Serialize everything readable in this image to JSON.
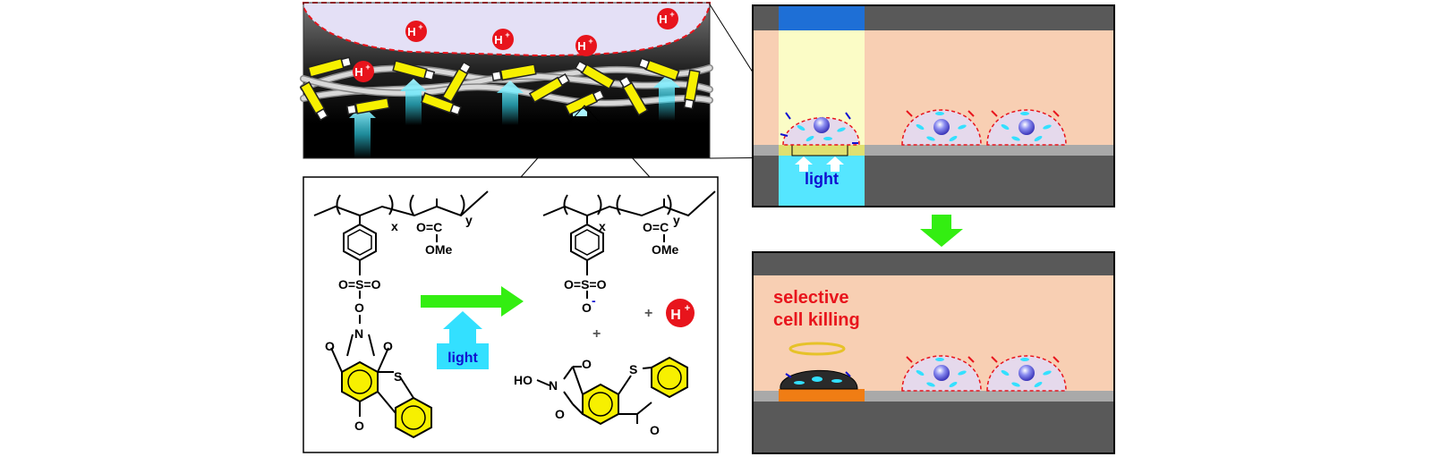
{
  "proton": {
    "symbol": "H",
    "charge": "+"
  },
  "labels": {
    "light_cell": "light",
    "light_reaction": "light",
    "selective_killing_line1": "selective",
    "selective_killing_line2": "cell killing"
  },
  "chem": {
    "sub_x": "x",
    "sub_y": "y",
    "ester_co": "O=C",
    "ome": "OMe",
    "sulfonate_ester": "O=S=O",
    "bridge_o": "O",
    "n_atom": "N",
    "carbonyl_o": "O",
    "sulfur": "S",
    "ho": "HO",
    "o_minus": "O",
    "minus": "-",
    "plus": "+"
  },
  "colors": {
    "proton_red": "#e8141c",
    "light_cyan": "#33e0ff",
    "reaction_arrow_green": "#33ee11",
    "aromatic_yellow": "#f7f000",
    "medium_peach": "#f8cfb3",
    "device_gray": "#595959",
    "killing_text_red": "#e8141c",
    "charge_blue": "#1010d0"
  }
}
